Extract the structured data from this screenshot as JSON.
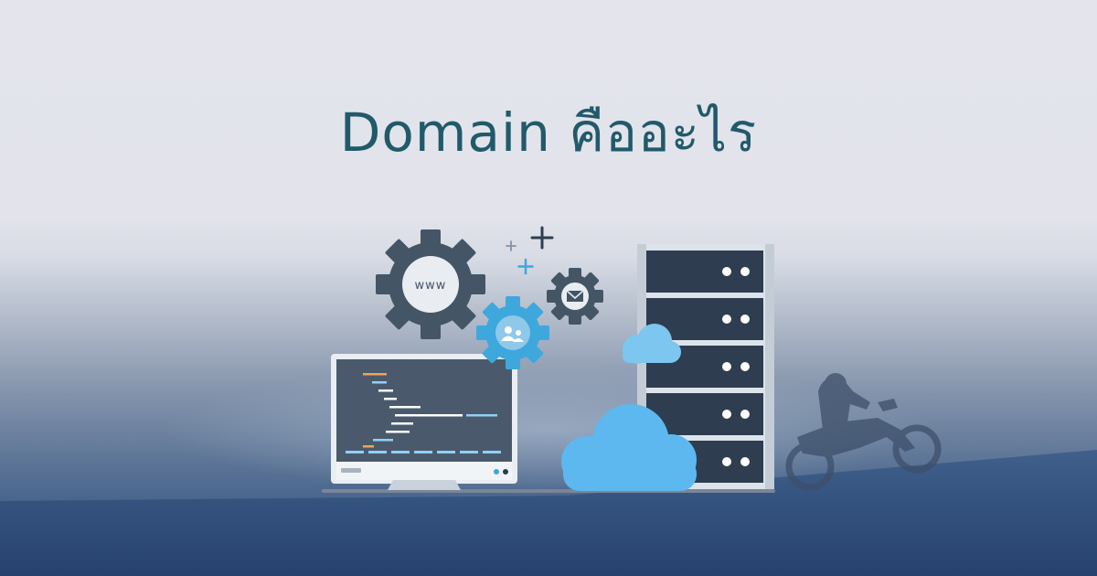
{
  "banner": {
    "title": "Domain คืออะไร"
  },
  "illustration": {
    "gear_large_label": "www",
    "icons": [
      "monitor-icon",
      "www-gear-icon",
      "users-gear-icon",
      "mail-gear-icon",
      "plus-icon",
      "cloud-icon",
      "server-rack-icon",
      "motorcycle-rider-silhouette"
    ]
  },
  "colors": {
    "title": "#215a6a",
    "gear_dark": "#445566",
    "gear_blue": "#3ea8dd",
    "cloud": "#5db8f0",
    "server_dark": "#2e3d4f",
    "server_frame": "#dce3ea",
    "background_top": "#e3e4ec",
    "background_bottom": "#2e4f80"
  }
}
